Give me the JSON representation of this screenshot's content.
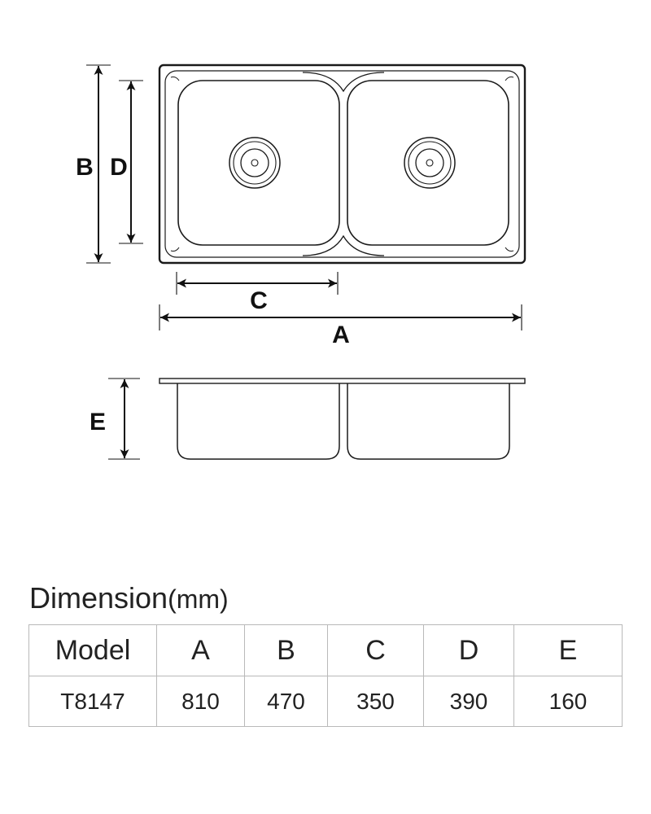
{
  "diagram": {
    "labels": {
      "A": "A",
      "B": "B",
      "C": "C",
      "D": "D",
      "E": "E"
    }
  },
  "table": {
    "title": "Dimension",
    "unit": "(mm)",
    "headers": [
      "Model",
      "A",
      "B",
      "C",
      "D",
      "E"
    ],
    "rows": [
      [
        "T8147",
        "810",
        "470",
        "350",
        "390",
        "160"
      ]
    ]
  }
}
